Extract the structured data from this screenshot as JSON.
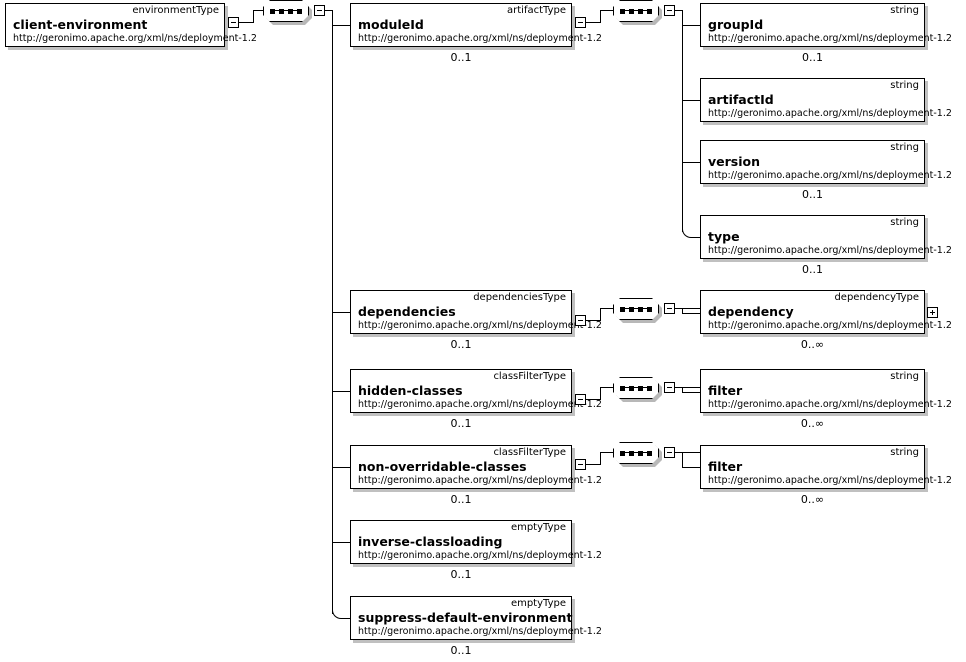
{
  "diagram": {
    "title": "client-environment XML Schema diagram",
    "namespace_uri": "http://geronimo.apache.org/xml/ns/deployment-1.2",
    "cardinality_optional": "0..1",
    "cardinality_unbounded": "0..∞"
  },
  "nodes": {
    "client_environment": {
      "name": "client-environment",
      "type": "environmentType",
      "namespace": "http://geronimo.apache.org/xml/ns/deployment-1.2",
      "cardinality": ""
    },
    "module_id": {
      "name": "moduleId",
      "type": "artifactType",
      "namespace": "http://geronimo.apache.org/xml/ns/deployment-1.2",
      "cardinality": "0..1"
    },
    "group_id": {
      "name": "groupId",
      "type": "string",
      "namespace": "http://geronimo.apache.org/xml/ns/deployment-1.2",
      "cardinality": "0..1"
    },
    "artifact_id": {
      "name": "artifactId",
      "type": "string",
      "namespace": "http://geronimo.apache.org/xml/ns/deployment-1.2",
      "cardinality": ""
    },
    "version": {
      "name": "version",
      "type": "string",
      "namespace": "http://geronimo.apache.org/xml/ns/deployment-1.2",
      "cardinality": "0..1"
    },
    "artifact_type": {
      "name": "type",
      "type": "string",
      "namespace": "http://geronimo.apache.org/xml/ns/deployment-1.2",
      "cardinality": "0..1"
    },
    "dependencies": {
      "name": "dependencies",
      "type": "dependenciesType",
      "namespace": "http://geronimo.apache.org/xml/ns/deployment-1.2",
      "cardinality": "0..1"
    },
    "dependency": {
      "name": "dependency",
      "type": "dependencyType",
      "namespace": "http://geronimo.apache.org/xml/ns/deployment-1.2",
      "cardinality": "0..∞"
    },
    "hidden_classes": {
      "name": "hidden-classes",
      "type": "classFilterType",
      "namespace": "http://geronimo.apache.org/xml/ns/deployment-1.2",
      "cardinality": "0..1"
    },
    "hidden_filter": {
      "name": "filter",
      "type": "string",
      "namespace": "http://geronimo.apache.org/xml/ns/deployment-1.2",
      "cardinality": "0..∞"
    },
    "non_overridable_classes": {
      "name": "non-overridable-classes",
      "type": "classFilterType",
      "namespace": "http://geronimo.apache.org/xml/ns/deployment-1.2",
      "cardinality": "0..1"
    },
    "non_overridable_filter": {
      "name": "filter",
      "type": "string",
      "namespace": "http://geronimo.apache.org/xml/ns/deployment-1.2",
      "cardinality": "0..∞"
    },
    "inverse_classloading": {
      "name": "inverse-classloading",
      "type": "emptyType",
      "namespace": "http://geronimo.apache.org/xml/ns/deployment-1.2",
      "cardinality": "0..1"
    },
    "suppress_default_environment": {
      "name": "suppress-default-environment",
      "type": "emptyType",
      "namespace": "http://geronimo.apache.org/xml/ns/deployment-1.2",
      "cardinality": "0..1"
    }
  },
  "toggles": {
    "root_collapse": "-",
    "module_collapse": "-",
    "dependencies_collapse": "-",
    "hidden_classes_collapse": "-",
    "non_overridable_collapse": "-",
    "root_sequence_collapse": "-",
    "module_sequence_collapse": "-",
    "dependencies_sequence_collapse": "-",
    "hidden_sequence_collapse": "-",
    "non_overridable_sequence_collapse": "-",
    "dependency_expand": "+"
  },
  "icons": {
    "sequence": "sequence-compositor-icon",
    "collapse": "collapse-toggle-icon",
    "expand": "expand-toggle-icon"
  }
}
